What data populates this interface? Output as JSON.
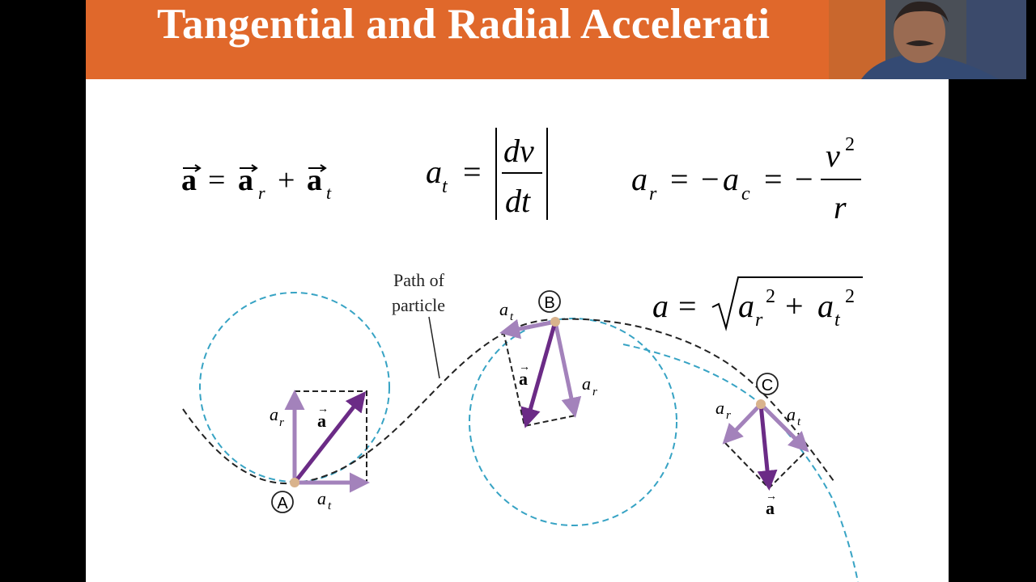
{
  "slide": {
    "title": "Tangential and Radial Accelerati"
  },
  "equations": {
    "vector_sum": {
      "lhs": "a",
      "rhs1": "a",
      "rhs1_sub": "r",
      "plus": "+",
      "rhs2": "a",
      "rhs2_sub": "t"
    },
    "tangential": {
      "lhs": "a",
      "lhs_sub": "t",
      "eq": "=",
      "num": "dv",
      "den": "dt"
    },
    "radial": {
      "lhs": "a",
      "lhs_sub": "r",
      "mid": "a",
      "mid_sub": "c",
      "num": "v",
      "num_sup": "2",
      "den": "r"
    },
    "magnitude": {
      "lhs": "a",
      "eq": "=",
      "t1": "a",
      "t1_sub": "r",
      "t1_sup": "2",
      "plus": "+",
      "t2": "a",
      "t2_sub": "t",
      "t2_sup": "2"
    }
  },
  "diagram": {
    "path_label_line1": "Path of",
    "path_label_line2": "particle",
    "point_A": "A",
    "point_B": "B",
    "point_C": "C",
    "label_a": "a",
    "label_ar": "a",
    "label_at": "a",
    "sub_r": "r",
    "sub_t": "t",
    "vector_arrow": "→"
  },
  "colors": {
    "title_bar": "#e0682b",
    "circle": "#37a3c4",
    "dark_vector": "#6b2b86",
    "light_vector": "#a382bb",
    "particle": "#d9b38c"
  },
  "webcam": {
    "icon": "presenter-video"
  }
}
